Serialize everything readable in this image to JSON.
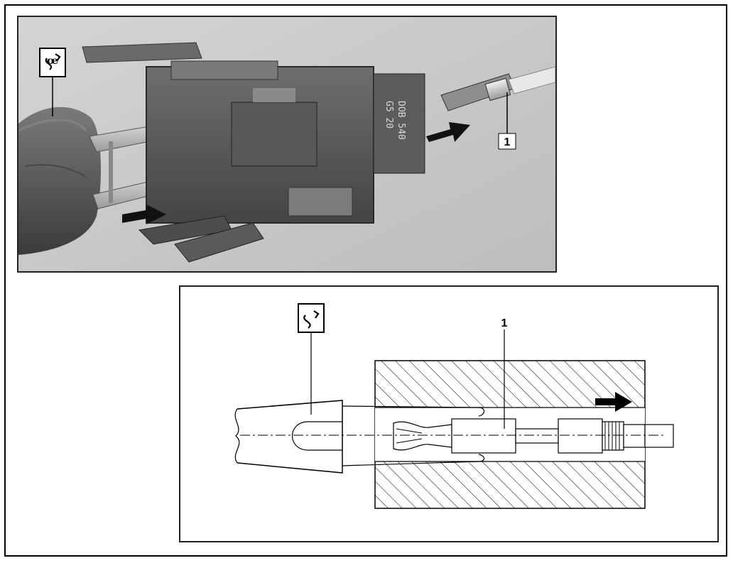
{
  "photo": {
    "callout_number": "1",
    "connector_markings": [
      "DOB 540",
      "G5 20"
    ],
    "tool_symbol": "special-tool-symbol-icon"
  },
  "drawing": {
    "callout_number": "1",
    "tool_symbol": "special-tool-symbol-icon"
  }
}
